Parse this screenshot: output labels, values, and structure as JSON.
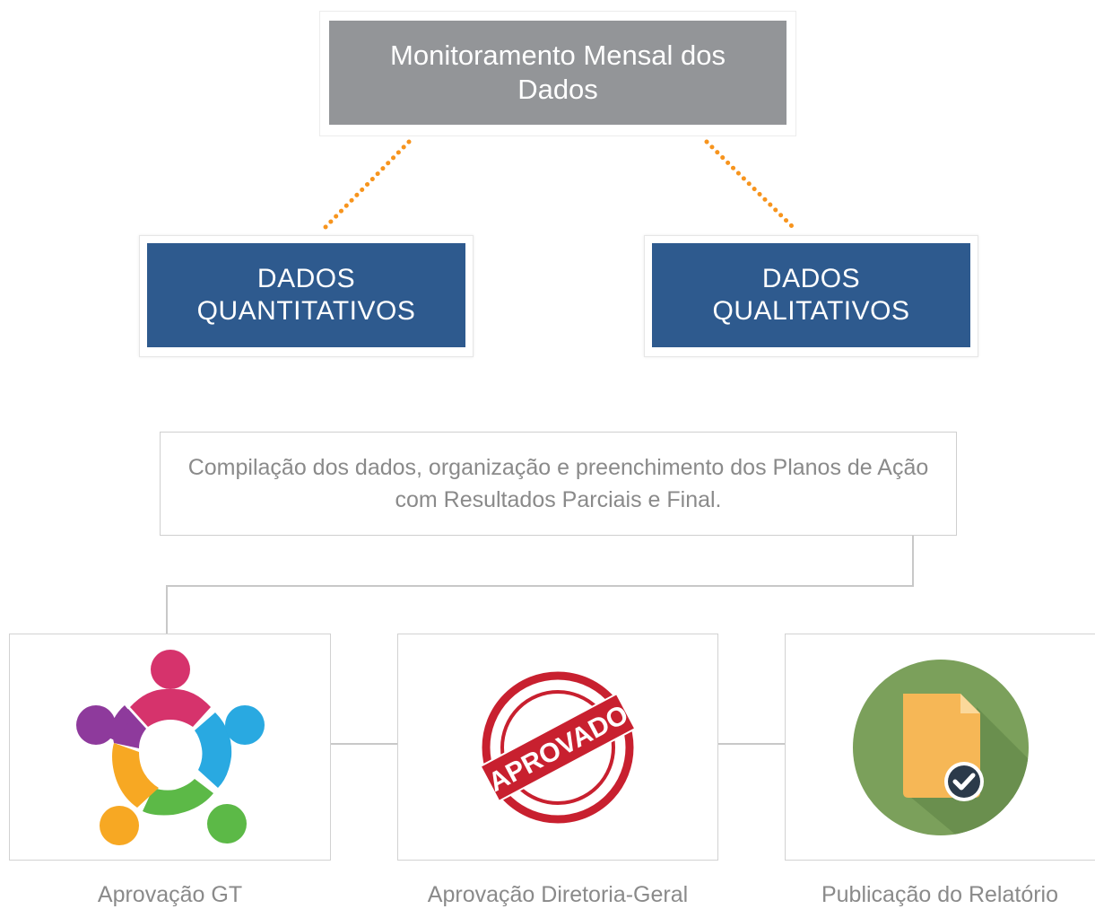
{
  "top": {
    "title": "Monitoramento Mensal dos Dados"
  },
  "branches": {
    "quantitative": "DADOS QUANTITATIVOS",
    "qualitative": "DADOS QUALITATIVOS"
  },
  "compilation": {
    "text": "Compilação dos dados, organização e preenchimento dos Planos de Ação com Resultados Parciais e Final."
  },
  "steps": [
    {
      "caption": "Aprovação GT",
      "icon": "team-puzzle-icon"
    },
    {
      "caption": "Aprovação Diretoria-Geral",
      "icon": "approved-stamp-icon",
      "stamp_text": "APROVADO"
    },
    {
      "caption": "Publicação do Relatório",
      "icon": "document-check-icon"
    }
  ],
  "colors": {
    "top_box": "#939598",
    "blue_box": "#2e5a8e",
    "dotted_connector": "#f7941d",
    "stamp_red": "#c8202f",
    "doc_circle_green": "#7ba05b",
    "doc_orange": "#f6b756"
  }
}
